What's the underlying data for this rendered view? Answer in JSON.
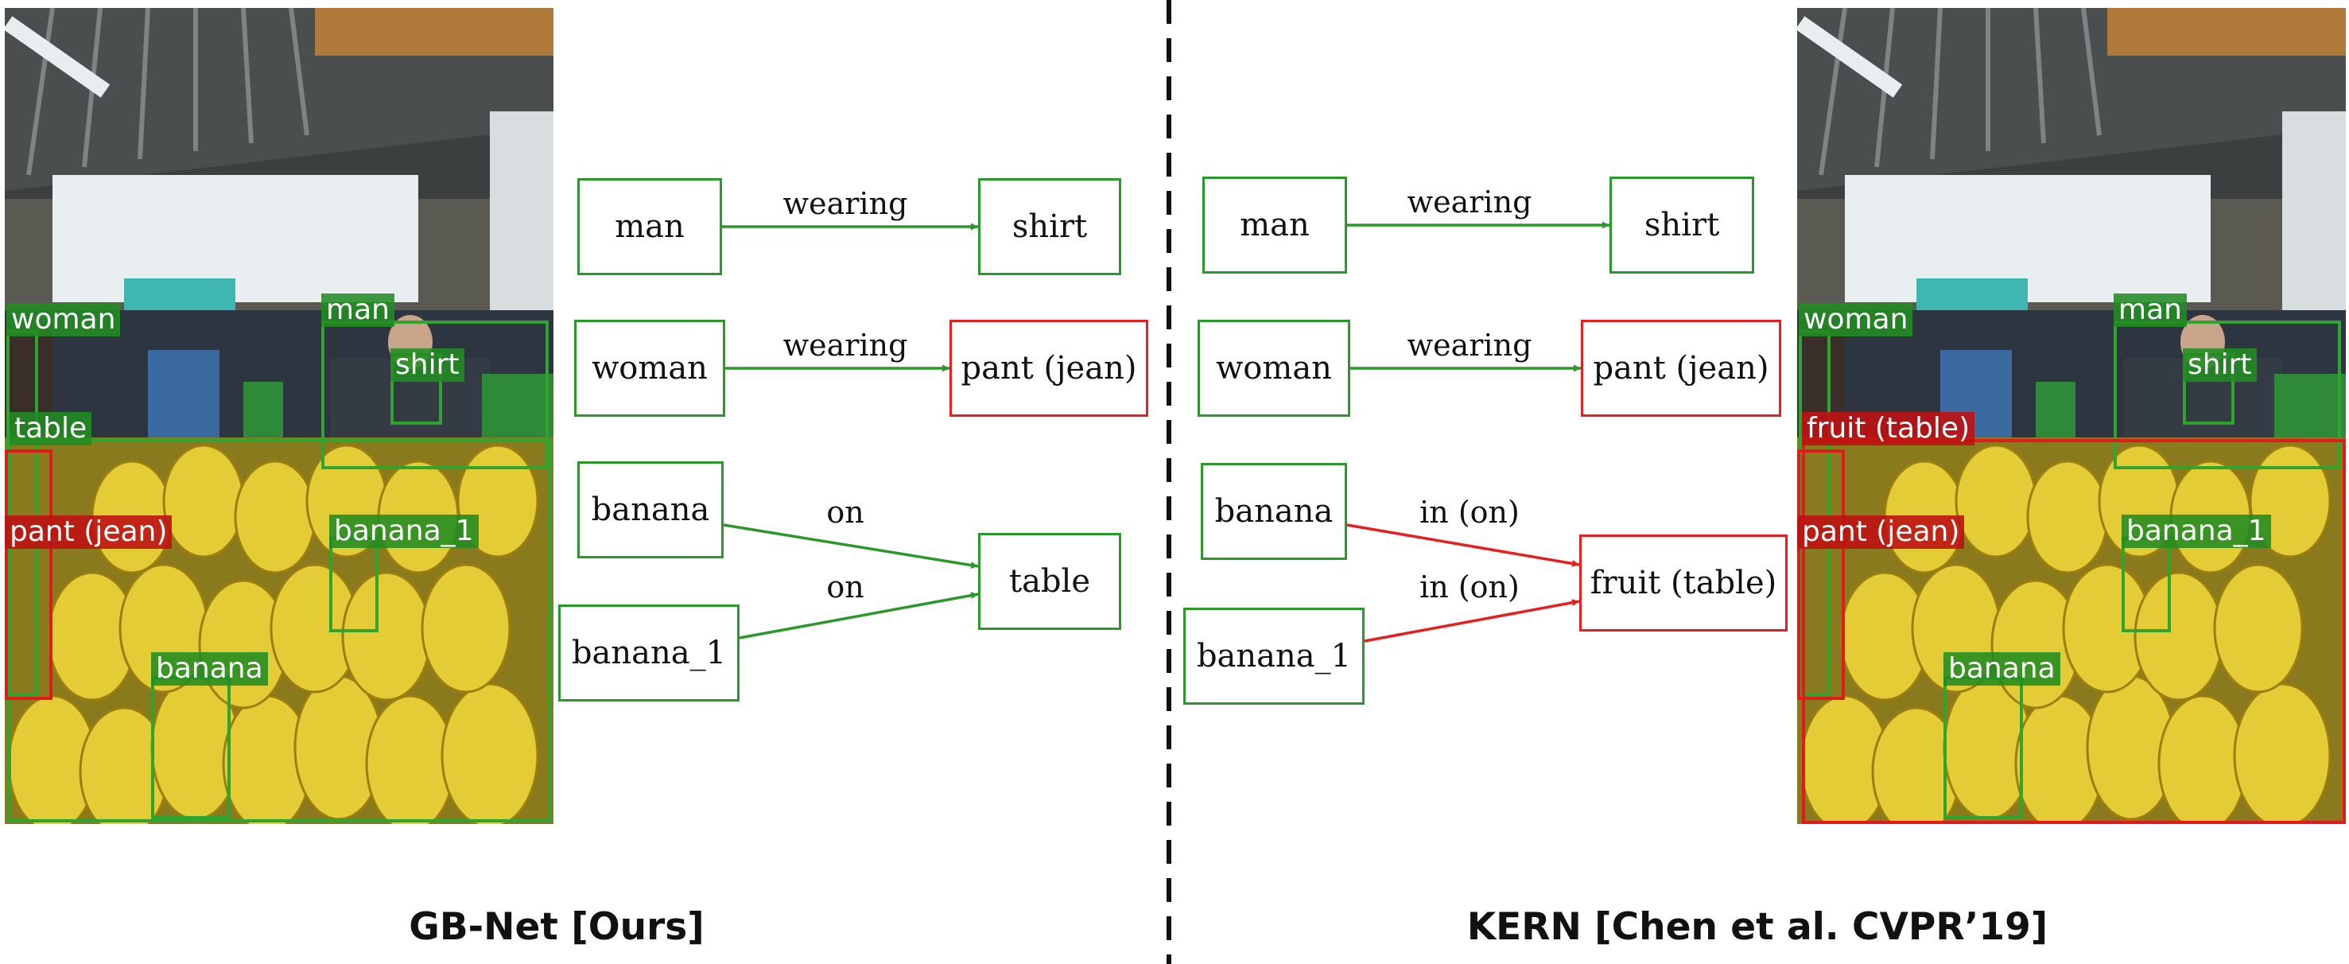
{
  "colors": {
    "correct": "#2a982a",
    "incorrect": "#e52020",
    "correct_box": "#2fa52f",
    "incorrect_box": "#e01b1b"
  },
  "left_panel": {
    "caption": "GB-Net [Ours]",
    "detections": [
      {
        "label": "woman",
        "status": "correct"
      },
      {
        "label": "man",
        "status": "correct"
      },
      {
        "label": "shirt",
        "status": "correct"
      },
      {
        "label": "table",
        "status": "correct"
      },
      {
        "label": "pant (jean)",
        "status": "incorrect"
      },
      {
        "label": "banana_1",
        "status": "correct"
      },
      {
        "label": "banana",
        "status": "correct"
      }
    ],
    "graph": {
      "nodes": {
        "man": "man",
        "shirt": "shirt",
        "woman": "woman",
        "pant": "pant (jean)",
        "banana": "banana",
        "banana_1": "banana_1",
        "table": "table"
      },
      "edges": [
        {
          "from": "man",
          "to": "shirt",
          "label": "wearing",
          "status": "correct"
        },
        {
          "from": "woman",
          "to": "pant (jean)",
          "label": "wearing",
          "status": "correct"
        },
        {
          "from": "banana",
          "to": "table",
          "label": "on",
          "status": "correct"
        },
        {
          "from": "banana_1",
          "to": "table",
          "label": "on",
          "status": "correct"
        }
      ]
    }
  },
  "right_panel": {
    "caption": "KERN [Chen et al. CVPR’19]",
    "detections": [
      {
        "label": "woman",
        "status": "correct"
      },
      {
        "label": "man",
        "status": "correct"
      },
      {
        "label": "shirt",
        "status": "correct"
      },
      {
        "label": "fruit (table)",
        "status": "incorrect"
      },
      {
        "label": "pant (jean)",
        "status": "incorrect"
      },
      {
        "label": "banana_1",
        "status": "correct"
      },
      {
        "label": "banana",
        "status": "correct"
      }
    ],
    "graph": {
      "nodes": {
        "man": "man",
        "shirt": "shirt",
        "woman": "woman",
        "pant": "pant (jean)",
        "banana": "banana",
        "banana_1": "banana_1",
        "fruit": "fruit (table)"
      },
      "edges": [
        {
          "from": "man",
          "to": "shirt",
          "label": "wearing",
          "status": "correct"
        },
        {
          "from": "woman",
          "to": "pant (jean)",
          "label": "wearing",
          "status": "correct"
        },
        {
          "from": "banana",
          "to": "fruit (table)",
          "label": "in (on)",
          "status": "incorrect"
        },
        {
          "from": "banana_1",
          "to": "fruit (table)",
          "label": "in (on)",
          "status": "incorrect"
        }
      ]
    }
  }
}
